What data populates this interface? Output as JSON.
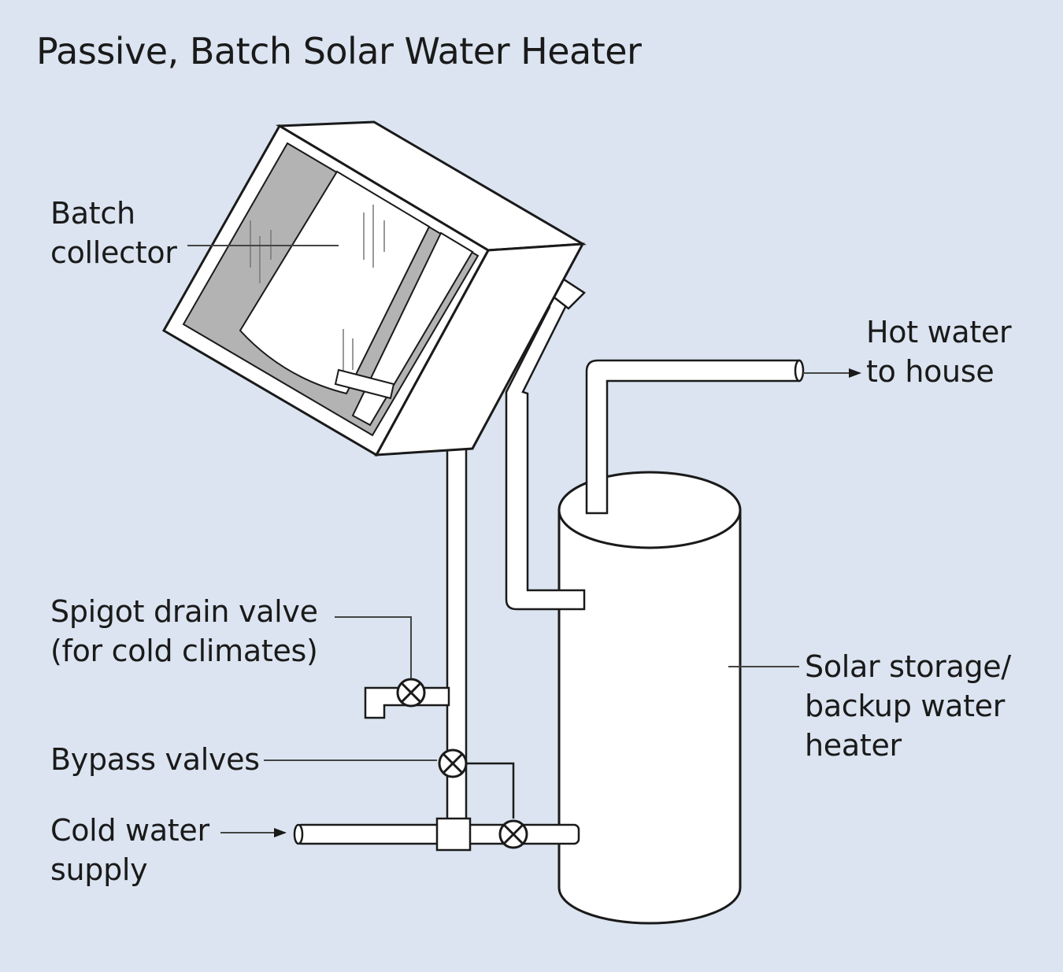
{
  "title": "Passive, Batch Solar Water Heater",
  "labels": {
    "batch_collector": [
      "Batch",
      "collector"
    ],
    "spigot_drain_valve": [
      "Spigot drain valve",
      "(for cold climates)"
    ],
    "bypass_valves": [
      "Bypass valves"
    ],
    "cold_water_supply": [
      "Cold water",
      "supply"
    ],
    "hot_water": [
      "Hot water",
      "to house"
    ],
    "solar_storage": [
      "Solar storage/",
      "backup water",
      "heater"
    ]
  },
  "colors": {
    "background": "#dbe4f0",
    "outline": "#1a1a1a",
    "fill": "#ffffff",
    "absorber": "#b3b3b3"
  }
}
